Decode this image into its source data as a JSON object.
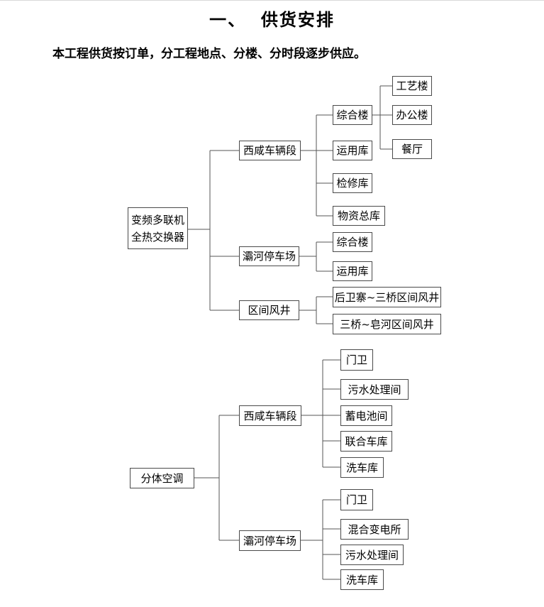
{
  "heading": {
    "title": "一、  供货安排",
    "intro": "本工程供货按订单，分工程地点、分楼、分时段逐步供应。"
  },
  "tree_vrf": {
    "root": "变频多联机\n全热交换器",
    "sites": [
      {
        "name": "西咸车辆段",
        "buildings": [
          {
            "name": "综合楼",
            "children": [
              "工艺楼",
              "办公楼",
              "餐厅"
            ]
          },
          {
            "name": "运用库"
          },
          {
            "name": "检修库"
          },
          {
            "name": "物资总库"
          }
        ]
      },
      {
        "name": "灞河停车场",
        "buildings": [
          {
            "name": "综合楼"
          },
          {
            "name": "运用库"
          }
        ]
      },
      {
        "name": "区间风井",
        "buildings": [
          {
            "name": "后卫寨~三桥区间风井"
          },
          {
            "name": "三桥~皂河区间风井"
          }
        ]
      }
    ]
  },
  "tree_split": {
    "root": "分体空调",
    "sites": [
      {
        "name": "西咸车辆段",
        "buildings": [
          "门卫",
          "污水处理间",
          "蓄电池间",
          "联合车库",
          "洗车库"
        ]
      },
      {
        "name": "灞河停车场",
        "buildings": [
          "门卫",
          "混合变电所",
          "污水处理间",
          "洗车库"
        ]
      }
    ]
  }
}
